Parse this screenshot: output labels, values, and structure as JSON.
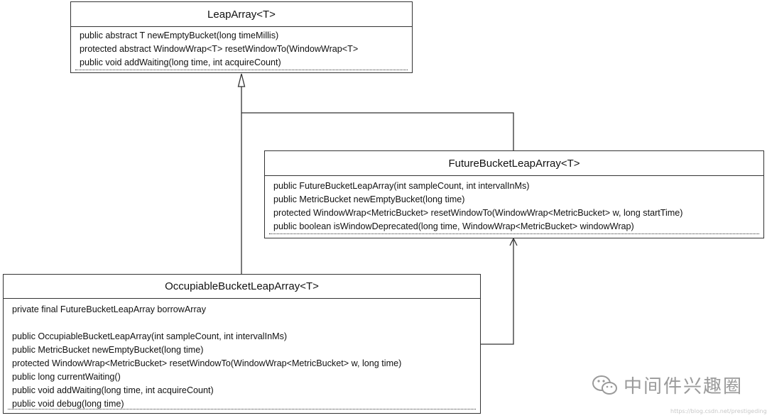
{
  "classes": {
    "leap_array": {
      "name": "LeapArray<T>",
      "members": [
        "public abstract T newEmptyBucket(long timeMillis)",
        "protected abstract WindowWrap<T> resetWindowTo(WindowWrap<T>",
        "public void addWaiting(long time, int acquireCount)"
      ]
    },
    "future_bucket_leap_array": {
      "name": "FutureBucketLeapArray<T>",
      "members": [
        "public FutureBucketLeapArray(int sampleCount, int intervalInMs)",
        "public MetricBucket newEmptyBucket(long time)",
        "protected WindowWrap<MetricBucket> resetWindowTo(WindowWrap<MetricBucket> w, long startTime)",
        "public boolean isWindowDeprecated(long time, WindowWrap<MetricBucket> windowWrap)"
      ]
    },
    "occupiable_bucket_leap_array": {
      "name": "OccupiableBucketLeapArray<T>",
      "members": [
        "private final FutureBucketLeapArray borrowArray",
        "",
        "public OccupiableBucketLeapArray(int sampleCount, int intervalInMs)",
        "public MetricBucket newEmptyBucket(long time)",
        "protected WindowWrap<MetricBucket> resetWindowTo(WindowWrap<MetricBucket> w, long time)",
        "public long currentWaiting()",
        "public void addWaiting(long time, int acquireCount)",
        "public void debug(long time)"
      ]
    }
  },
  "relations": [
    {
      "from": "OccupiableBucketLeapArray<T>",
      "to": "LeapArray<T>",
      "kind": "generalization"
    },
    {
      "from": "FutureBucketLeapArray<T>",
      "to": "LeapArray<T>",
      "kind": "generalization"
    },
    {
      "from": "OccupiableBucketLeapArray<T>",
      "to": "FutureBucketLeapArray<T>",
      "kind": "association"
    }
  ],
  "watermark": {
    "text": "中间件兴趣圈",
    "url": "https://blog.csdn.net/prestigeding",
    "icon": "wechat-icon"
  },
  "colors": {
    "line": "#333333",
    "watermark": "#9a9a9a"
  }
}
